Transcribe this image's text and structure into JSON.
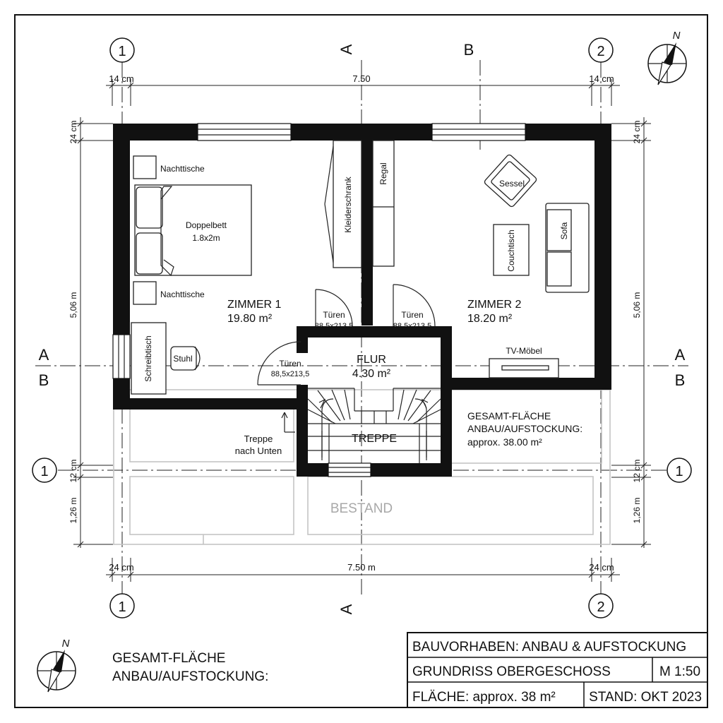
{
  "grid_labels": {
    "col_left": "1",
    "col_right": "2",
    "row": "1"
  },
  "section_labels": {
    "a": "A",
    "b": "B"
  },
  "dimensions": {
    "top_left_offset": "14 cm",
    "top_width": "7.50",
    "top_right_offset": "14 cm",
    "left_wall": "24 cm",
    "left_height": "5,06 m",
    "left_row_offset": "12 cm",
    "left_bestand": "1,26 m",
    "right_wall": "24 cm",
    "right_height": "5,06 m",
    "right_row_offset": "12 cm",
    "right_bestand": "1,26 m",
    "bottom_left_offset": "24 cm",
    "bottom_width": "7.50 m",
    "bottom_right_offset": "24 cm"
  },
  "rooms": {
    "zimmer1": {
      "name": "ZIMMER 1",
      "area": "19.80 m²"
    },
    "zimmer2": {
      "name": "ZIMMER 2",
      "area": "18.20 m²"
    },
    "flur": {
      "name": "FLUR",
      "area": "4.30 m²"
    },
    "treppe": "TREPPE",
    "bestand": "BESTAND"
  },
  "furniture": {
    "nachttische_top": "Nachttische",
    "nachttische_bottom": "Nachttische",
    "bed_name": "Doppelbett",
    "bed_size": "1.8x2m",
    "schreibtisch": "Schreibtisch",
    "stuhl": "Stuhl",
    "kleiderschrank": "Kleiderschrank",
    "regal": "Regal",
    "sessel": "Sessel",
    "sofa": "Sofa",
    "couchtisch": "Couchtisch",
    "tv": "TV-Möbel"
  },
  "doors": [
    {
      "label": "Türen",
      "size": "88,5x213,5"
    },
    {
      "label": "Türen",
      "size": "88,5x213,5"
    },
    {
      "label": "Türen",
      "size": "88,5x213,5"
    }
  ],
  "stair_note": {
    "line1": "Treppe",
    "line2": "nach Unten"
  },
  "area_note": {
    "line1": "GESAMT-FLÄCHE",
    "line2": "ANBAU/AUFSTOCKUNG:",
    "line3": "approx. 38.00 m²"
  },
  "bottom_note": {
    "line1": "GESAMT-FLÄCHE",
    "line2": "ANBAU/AUFSTOCKUNG:"
  },
  "north_label": "N",
  "title_block": {
    "project": "BAUVORHABEN: ANBAU & AUFSTOCKUNG",
    "drawing": "GRUNDRISS OBERGESCHOSS",
    "scale": "M 1:50",
    "area": "FLÄCHE: approx. 38 m²",
    "date": "STAND: OKT 2023"
  }
}
